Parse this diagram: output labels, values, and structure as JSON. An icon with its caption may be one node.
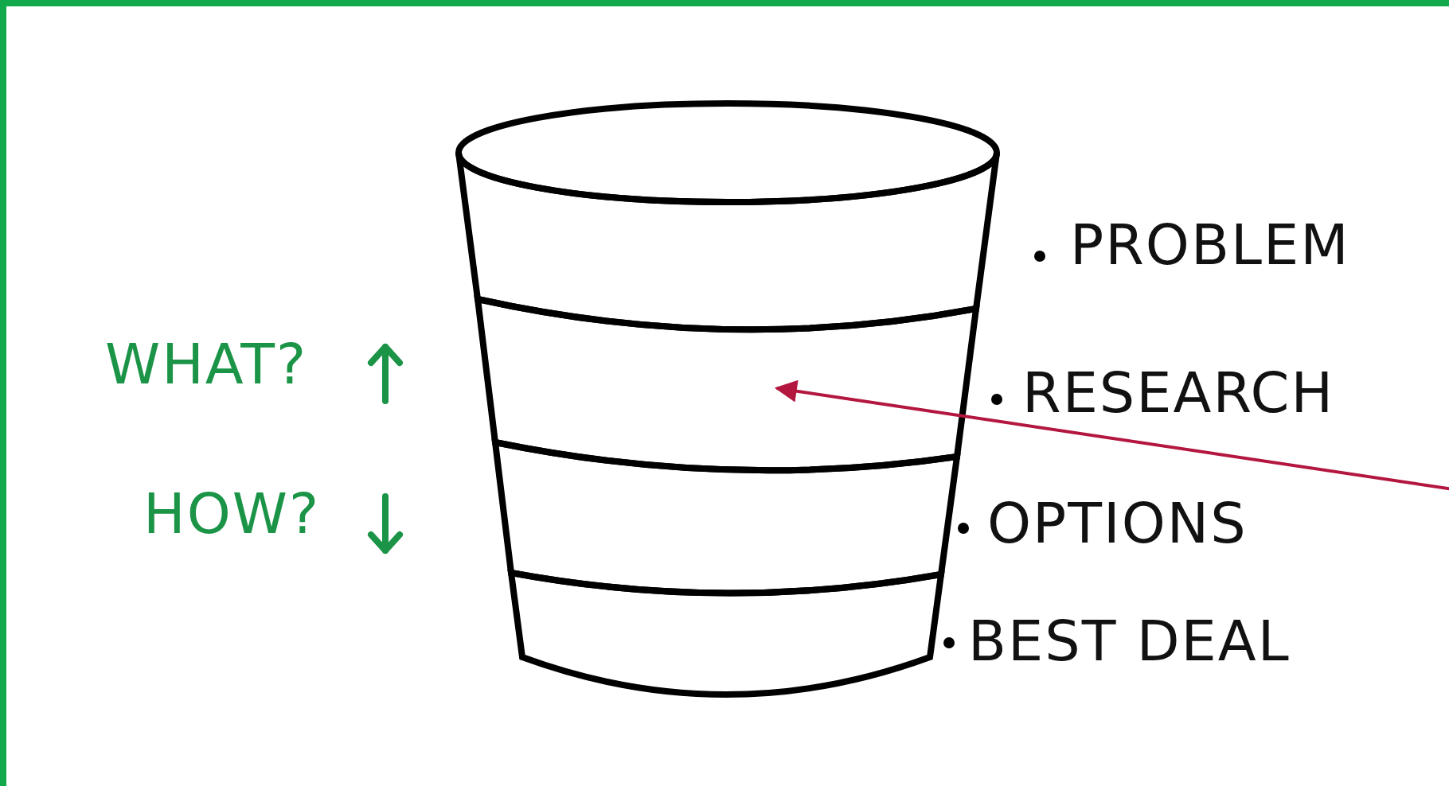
{
  "diagram": {
    "nodes": [
      {
        "text": [],
        "shape": "band"
      },
      {
        "text": [],
        "shape": "band"
      },
      {
        "text": [],
        "shape": "band"
      },
      {
        "text": [],
        "shape": "band"
      }
    ],
    "edges": [
      {
        "from": null,
        "to": 1,
        "arrow": "to",
        "color": "#b3173f"
      }
    ],
    "labels": [
      "PROBLEM",
      "WHAT?",
      "RESEARCH",
      "HOW?",
      "OPTIONS",
      "BEST DEAL"
    ]
  }
}
